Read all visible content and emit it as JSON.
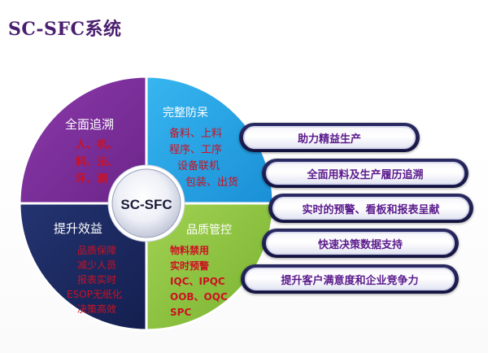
{
  "title": "SC-SFC系统",
  "center_label": "SC-SFC",
  "quadrants": {
    "top_left": {
      "heading": "全面追溯",
      "lines": [
        "人、机、",
        "料、法、",
        "环、测"
      ],
      "color": "#7a2e98"
    },
    "top_right": {
      "heading": "完整防呆",
      "lines": [
        "备料、上料",
        "程序、工序",
        "设备联机",
        "包装、出货"
      ],
      "color": "#22a7e8"
    },
    "bottom_left": {
      "heading": "提升效益",
      "lines": [
        "品质保障",
        "减少人员",
        "报表实时",
        "ESOP无纸化",
        "决策高效"
      ],
      "color": "#1c2a64"
    },
    "bottom_right": {
      "heading": "品质管控",
      "lines": [
        "物料禁用",
        "实时预警",
        "IQC、IPQC",
        "OOB、OQC",
        "SPC"
      ],
      "color": "#8fc63f"
    }
  },
  "benefits": [
    "助力精益生产",
    "全面用料及生产履历追溯",
    "实时的预警、看板和报表呈献",
    "快速决策数据支持",
    "提升客户满意度和企业竞争力"
  ],
  "colors": {
    "title": "#4a1e6e",
    "body_text": "#cc1122",
    "heading_text": "#ffffff",
    "pill_text": "#5a1a8c",
    "pill_border": "#2f2f6e"
  }
}
